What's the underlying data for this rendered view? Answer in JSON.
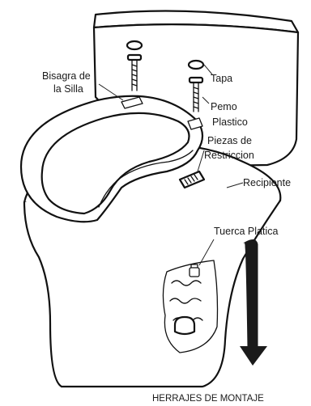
{
  "labels": {
    "seat_hinge_line1": "Bisagra de",
    "seat_hinge_line2": "la Silla",
    "cap": "Tapa",
    "bolt_line1": "Pemo",
    "bolt_line2": "Plastico",
    "restriction_line1": "Piezas de",
    "restriction_line2": "Restriccion",
    "bowl": "Recipiente",
    "nut": "Tuerca Platica"
  },
  "caption": "HERRAJES DE MONTAJE",
  "colors": {
    "ink": "#111111",
    "background": "#ffffff"
  }
}
